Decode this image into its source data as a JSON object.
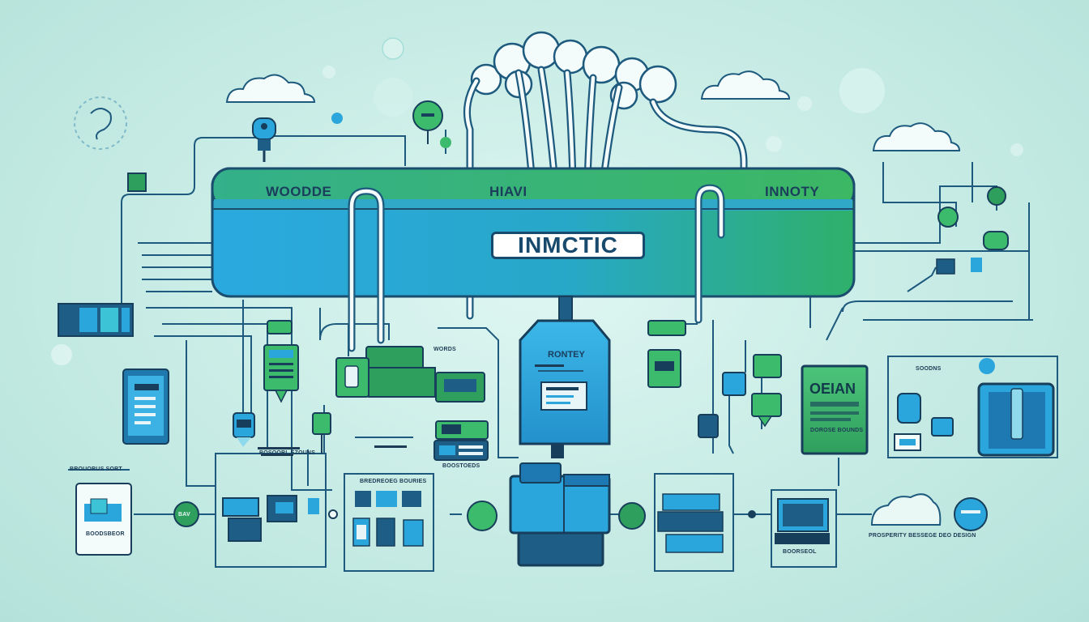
{
  "hub": {
    "left_label": "WOODDE",
    "middle_label": "HIAVI",
    "right_label": "INNOTY",
    "center_badge": "INMCTIC"
  },
  "server": {
    "title": "RONTEY"
  },
  "right_panel": {
    "title": "OEIAN"
  },
  "node_labels": {
    "top_right_box": "WORDS",
    "mid_label": "SOODNS",
    "left_module_caption": "BOSOORL EZOUNS",
    "left_small_caption": "BROUORUS SORT",
    "bottom_left_caption": "BOODSBEOR",
    "bottom_mid_caption": "BREDREOEG BOURIES",
    "bottom_mid2_caption": "BOOSTOEDS",
    "bottom_right_caption": "BOORSEOL",
    "right_footer_caption": "PROSPERITY BESSEGE DEO DESIGN",
    "circle_label": "BAV",
    "panel_caption": "DOROSE BOUNDS"
  },
  "colors": {
    "background": "#c9ece6",
    "hub_blue": "#2aa6dc",
    "hub_green": "#2fb06a",
    "line": "#1d5a7e",
    "green": "#3dbb6d",
    "blue": "#2b9fd8"
  }
}
